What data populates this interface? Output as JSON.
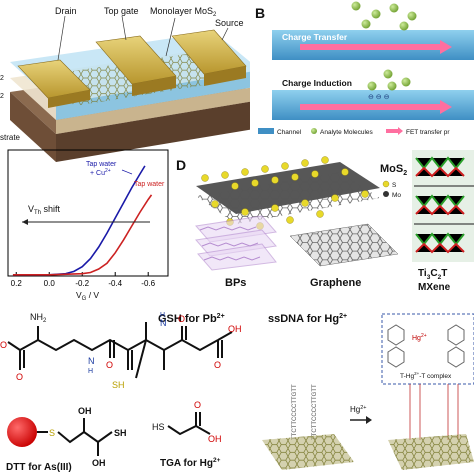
{
  "panel_A": {
    "labels": {
      "drain": "Drain",
      "top_gate": "Top gate",
      "channel": "Monolayer MoS",
      "channel_sub": "2",
      "source": "Source",
      "left1": "2",
      "left2": "2",
      "substrate": "strate"
    }
  },
  "panel_B": {
    "letter": "B",
    "top_title": "Charge Transfer",
    "bottom_title": "Charge Induction",
    "legend": {
      "channel": "Channel",
      "molecules": "Analyte Molecules",
      "fet": "FET transfer pr"
    }
  },
  "panel_C": {
    "chart_data": {
      "type": "line",
      "xlabel": "V",
      "xlabel_sub": "G",
      "xlabel_unit": " / V",
      "x_ticks": [
        "0.2",
        "0.0",
        "-0.2",
        "-0.4",
        "-0.6"
      ],
      "x_tick_values": [
        0.2,
        0.0,
        -0.2,
        -0.4,
        -0.6
      ],
      "xlim": [
        0.25,
        -0.72
      ],
      "ylim": [
        0,
        1
      ],
      "series": [
        {
          "name": "Tap water + Cu2+",
          "color": "#1a1aa8",
          "x": [
            0.22,
            0.0,
            -0.1,
            -0.15,
            -0.2,
            -0.25,
            -0.3,
            -0.35,
            -0.4,
            -0.45,
            -0.5,
            -0.55,
            -0.58
          ],
          "y": [
            0.01,
            0.01,
            0.02,
            0.04,
            0.08,
            0.15,
            0.25,
            0.37,
            0.5,
            0.63,
            0.76,
            0.88,
            0.95
          ]
        },
        {
          "name": "Tap water",
          "color": "#cc2222",
          "x": [
            0.22,
            0.0,
            -0.2,
            -0.25,
            -0.3,
            -0.35,
            -0.4,
            -0.45,
            -0.5,
            -0.55,
            -0.6,
            -0.62
          ],
          "y": [
            0.01,
            0.01,
            0.02,
            0.03,
            0.06,
            0.11,
            0.2,
            0.31,
            0.43,
            0.55,
            0.66,
            0.7
          ]
        }
      ],
      "annotations": {
        "shift_text": "V",
        "shift_sub": "Th",
        "shift_suffix": " shift"
      },
      "legend": {
        "blue_line1": "Tap water",
        "blue_line2": "+ Cu",
        "blue_sup": "2+",
        "red": "Tap water"
      }
    }
  },
  "panel_D": {
    "letter": "D",
    "mos2": "MoS",
    "mos2_sub": "2",
    "legend_s": "S",
    "legend_mo": "Mo",
    "bps": "BPs",
    "graphene": "Graphene",
    "ti3c2": "Ti",
    "ti3c2_sub1": "3",
    "ti3c2_mid": "C",
    "ti3c2_sub2": "2",
    "ti3c2_end": "T",
    "mxene": "MXene"
  },
  "panel_E": {
    "gsh": "GSH for Pb",
    "gsh_sup": "2+",
    "nh2": "NH",
    "nh2_sub": "2",
    "oh_left": "O",
    "o_bottom1": "O",
    "o_bottom2": "O",
    "o_right": "O",
    "oh_right": "OH",
    "nh1": "N",
    "nh1_h": "H",
    "nh2b": "N",
    "nh2b_h": "H",
    "sh": "SH",
    "dtt": "DTT for As(III)",
    "dtt_s": "S",
    "dtt_oh1": "OH",
    "dtt_oh2": "OH",
    "dtt_sh": "SH",
    "tga": "TGA for Hg",
    "tga_sup": "2+",
    "tga_hs": "HS",
    "tga_o": "O",
    "tga_oh": "OH"
  },
  "panel_F": {
    "title": "ssDNA for Hg",
    "title_sup": "2+",
    "complex": "T-Hg",
    "complex_sup": "2+",
    "complex_end": "-T complex",
    "hg_label": "Hg",
    "hg_sup": "2+",
    "arrow_label": "Hg",
    "arrow_sup": "2+",
    "strand1": "TTCTTCCCCTTGTT",
    "strand2": "TTCTTCCCCTTGTT"
  }
}
